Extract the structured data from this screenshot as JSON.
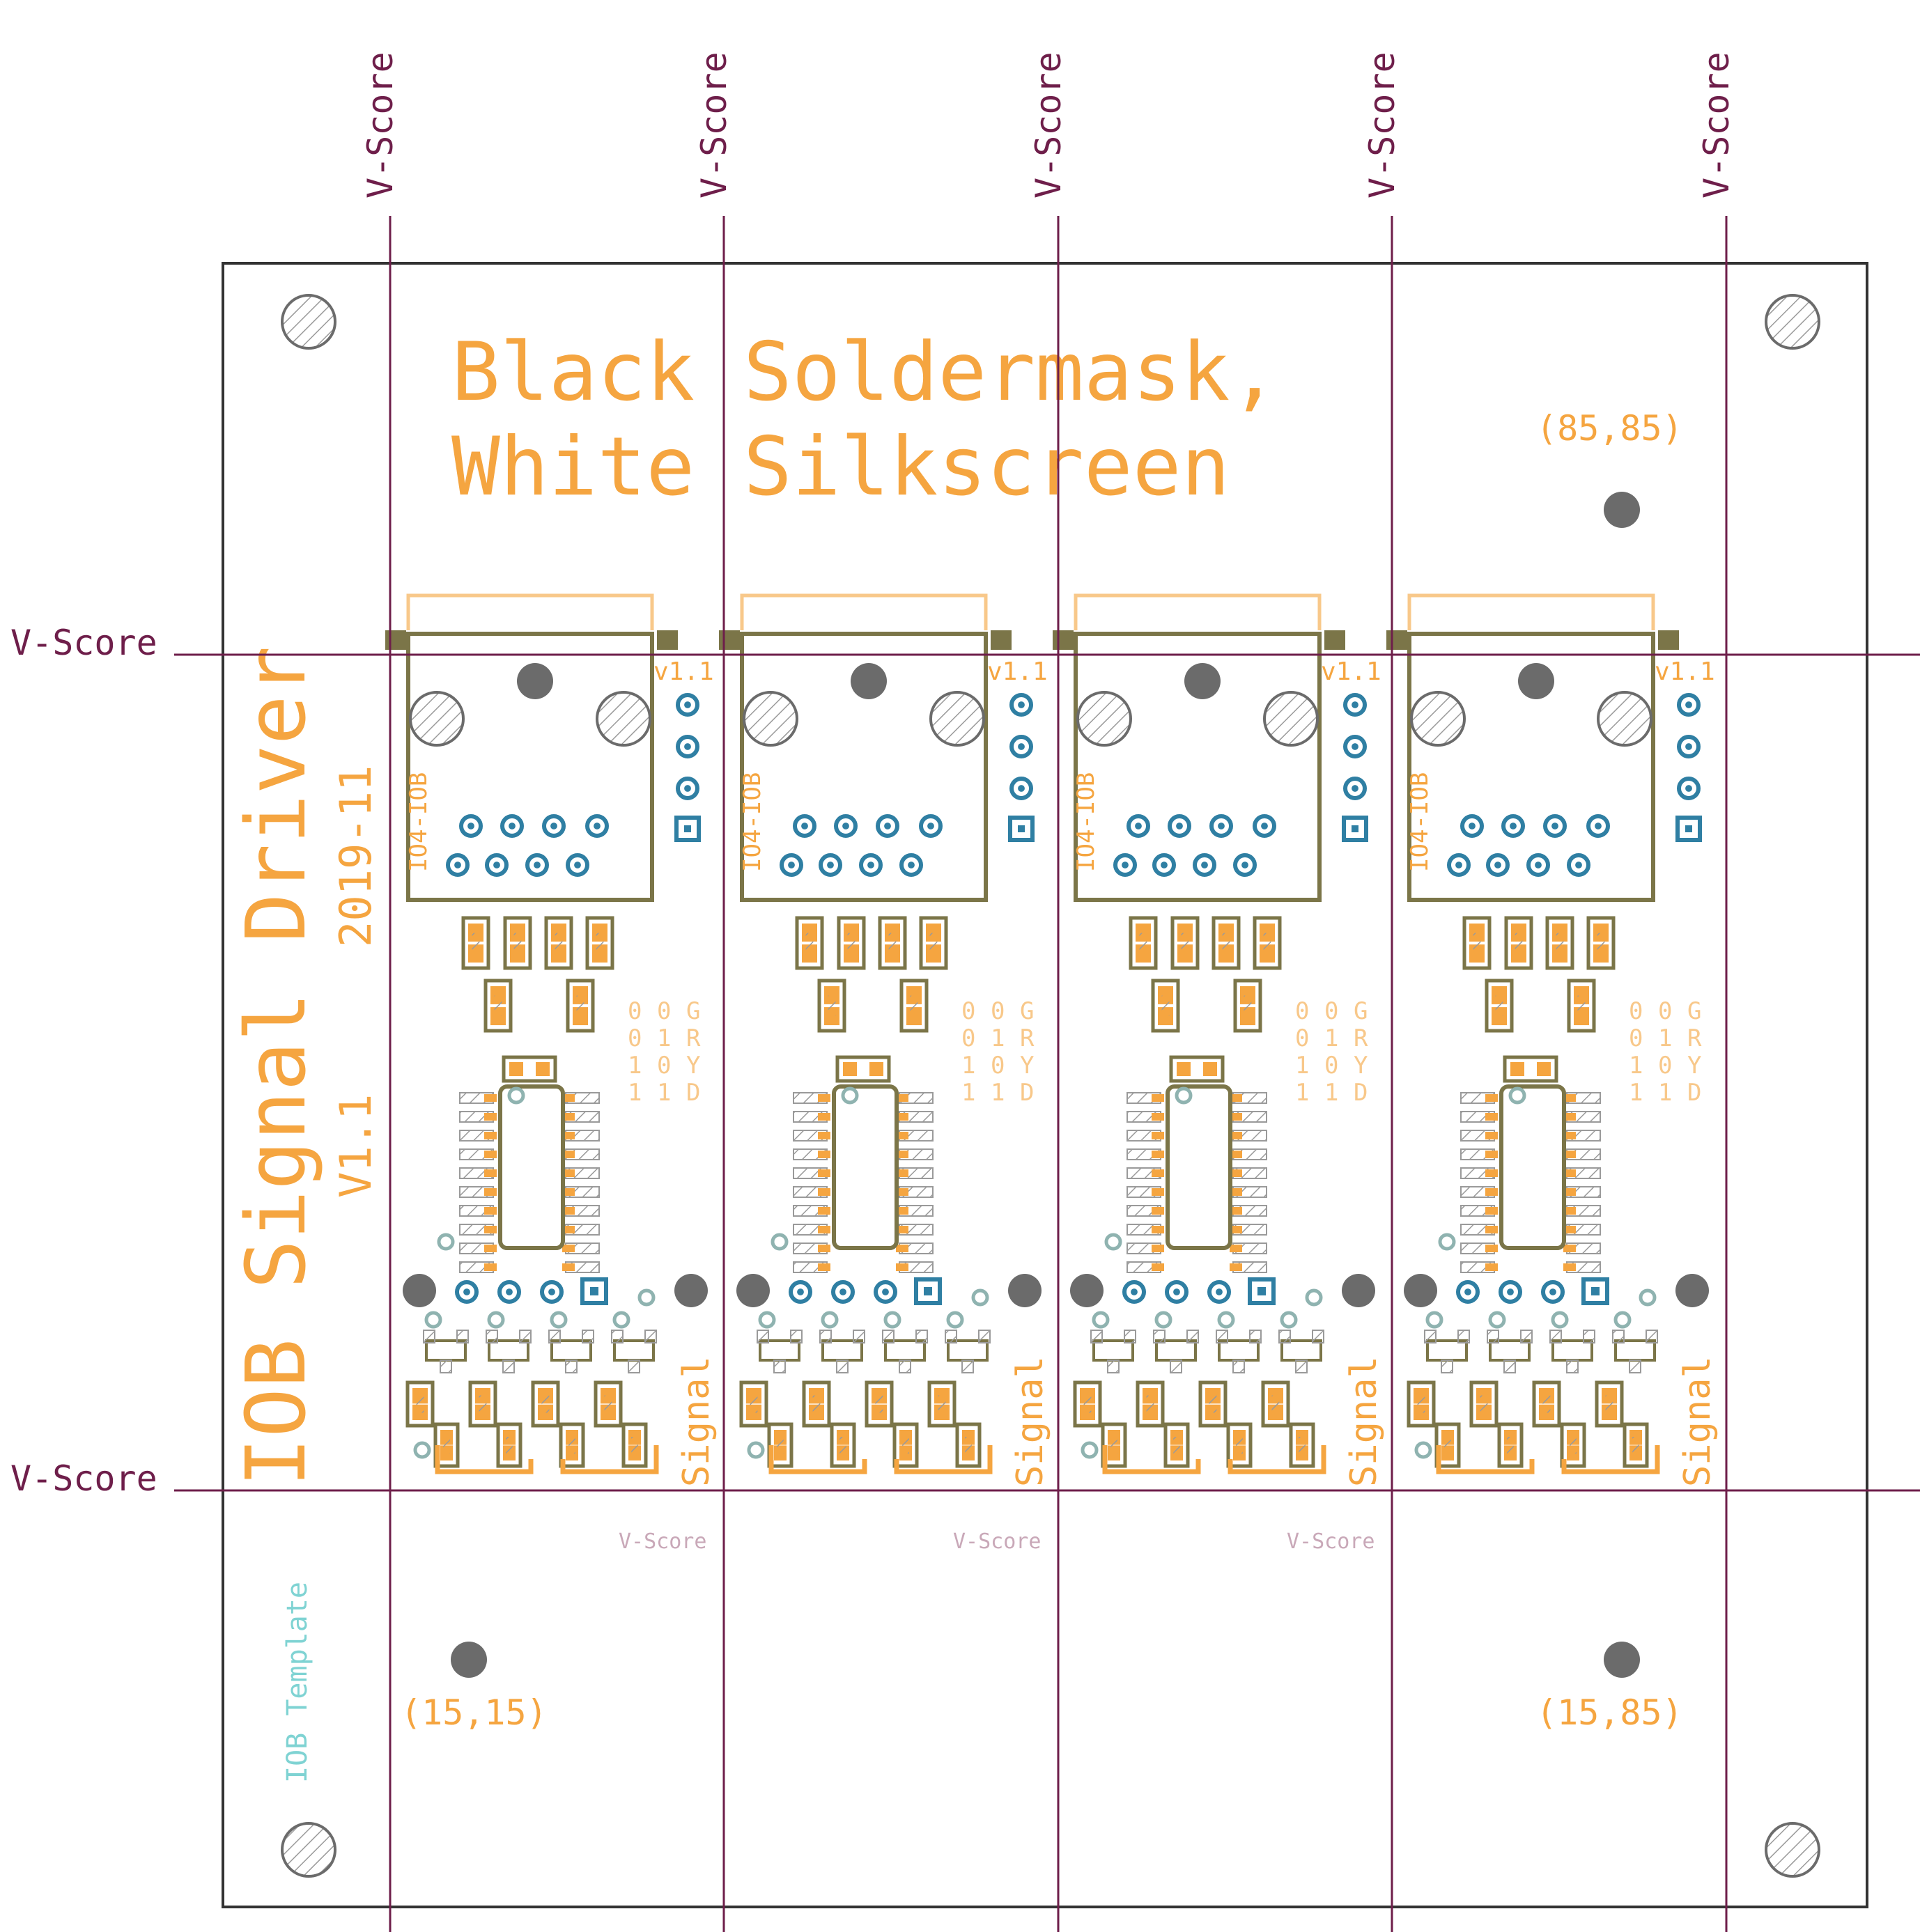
{
  "colors": {
    "outline": "#333333",
    "vscore": "#6e1e4a",
    "silk": "#f5a540",
    "silk_light": "#f8c88a",
    "pad_olive": "#7b7548",
    "hole_grey": "#6b6b6b",
    "via_blue": "#2f7fa3",
    "via_teal": "#8fb3b0",
    "template_text": "#7fd3d3",
    "hatch": "#9a9a9a"
  },
  "labels": {
    "vscore": "V-Score",
    "title_line1": "Black Soldermask,",
    "title_line2": "White Silkscreen",
    "coord_85_85": "(85,85)",
    "coord_15_15": "(15,15)",
    "coord_15_85": "(15,85)",
    "side_title": "IOB Signal Driver",
    "side_date": "2019-11",
    "side_version": "V1.1",
    "template_label": "IOB Template"
  },
  "module": {
    "version": "v1.1",
    "connector_label": "IO4-IOB",
    "signal_label": "Signal",
    "truth_table": {
      "col1": [
        "0",
        "0",
        "1",
        "1"
      ],
      "col2": [
        "0",
        "1",
        "0",
        "1"
      ],
      "col3": [
        "G",
        "R",
        "Y",
        "D"
      ]
    }
  }
}
